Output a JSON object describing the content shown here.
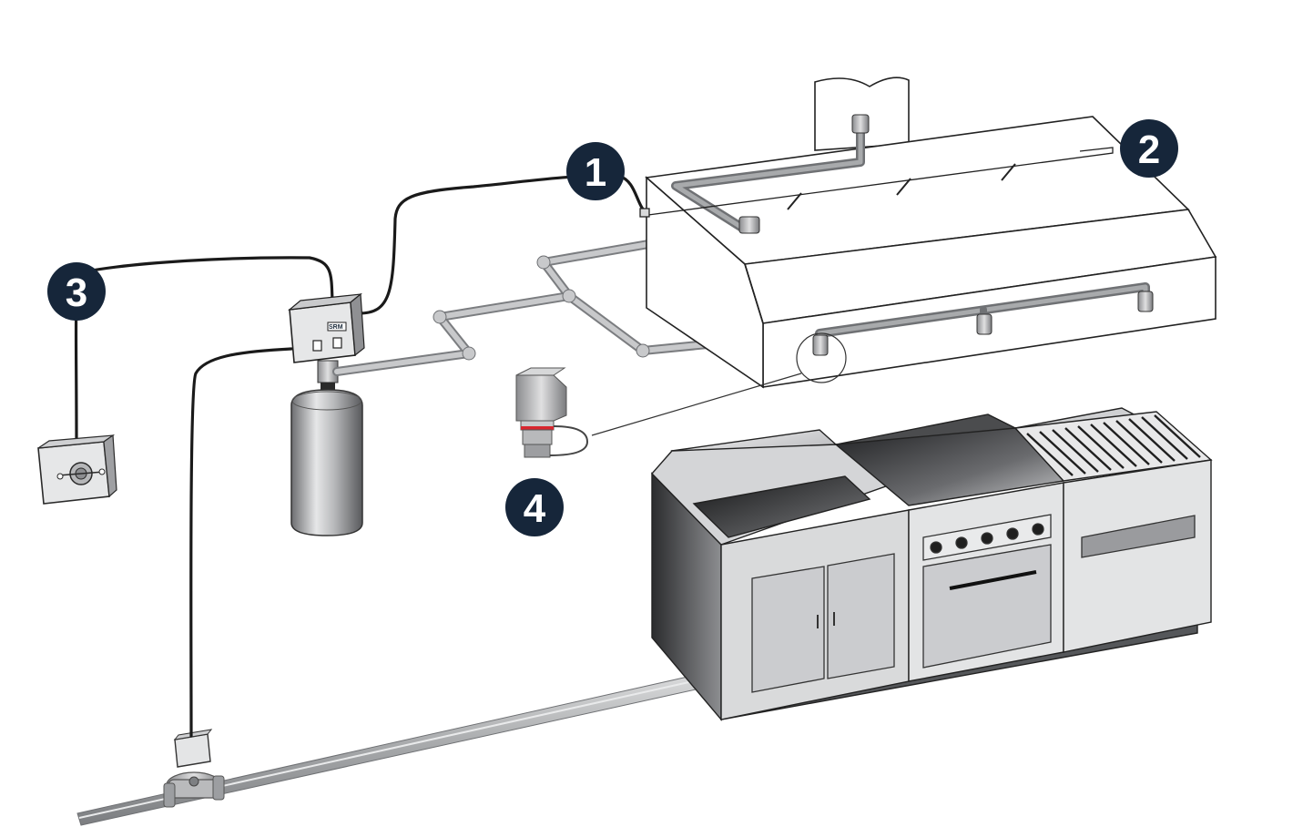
{
  "diagram": {
    "label_box_text": "SRM",
    "callouts": [
      {
        "id": "1",
        "number": "1"
      },
      {
        "id": "2",
        "number": "2"
      },
      {
        "id": "3",
        "number": "3"
      },
      {
        "id": "4",
        "number": "4"
      }
    ]
  },
  "colors": {
    "callout_fill": "#16263a",
    "pipe": "#a9abad",
    "pipe_dark": "#7d7f82",
    "cable": "#1a1a1a",
    "equipment_light": "#e2e3e4",
    "equipment_mid": "#b7b8ba",
    "equipment_dark": "#3d3e40",
    "alert_band": "#d8262e"
  }
}
